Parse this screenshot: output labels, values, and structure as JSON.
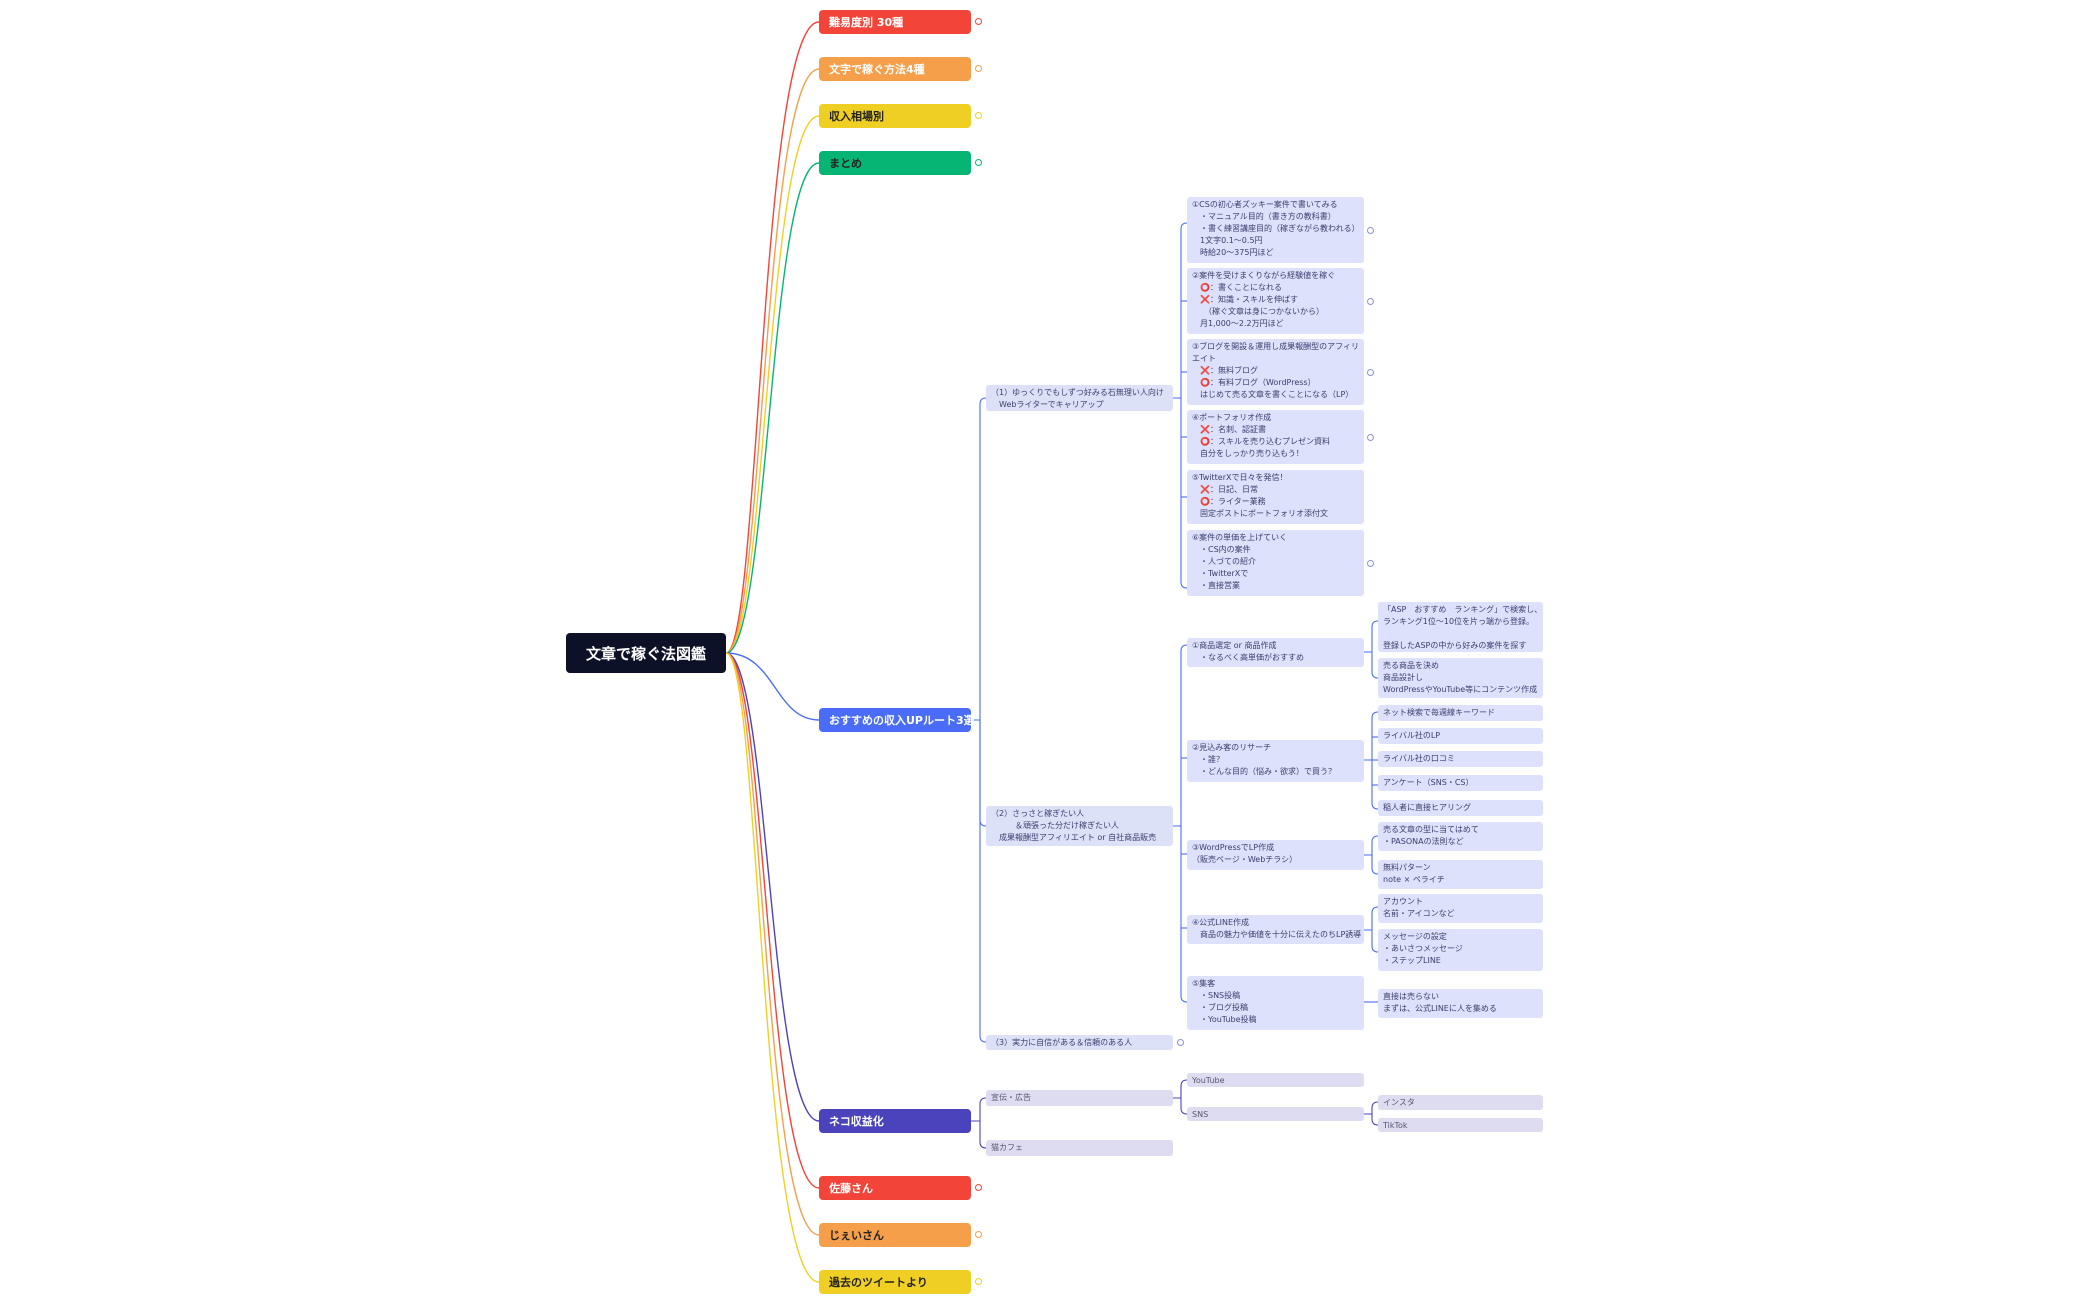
{
  "root": "文章で稼ぐ法図鑑",
  "main_topics": [
    {
      "label": "難易度別 30種",
      "color": "#f24438"
    },
    {
      "label": "文字で稼ぐ方法4種",
      "color": "#f59f4a"
    },
    {
      "label": "収入相場別",
      "color": "#f0cf25"
    },
    {
      "label": "まとめ",
      "color": "#06b473"
    },
    {
      "label": "おすすめの収入UPルート3選",
      "color": "#4a6cf7"
    },
    {
      "label": "ネコ収益化",
      "color": "#4a43bc"
    },
    {
      "label": "佐藤さん",
      "color": "#f24438"
    },
    {
      "label": "じぇいさん",
      "color": "#f59f4a"
    },
    {
      "label": "過去のツイートより",
      "color": "#f0cf25"
    }
  ],
  "route": {
    "r1": {
      "label": "（1）ゆっくりでもしずつ好みる石無理い人向け\n　Webライターでキャリアップ",
      "steps": [
        "①CSの初心者ズッキー案件で書いてみる\n　・マニュアル目的（書き方の教科書）\n　・書く練習講座目的（稼ぎながら教われる）\n　1文字0.1〜0.5円\n　時給20〜375円ほど",
        "②案件を受けまくりながら経験値を稼ぐ\n　⭕：書くことになれる\n　❌：知識・スキルを伸ばす\n　　（稼ぐ文章は身につかないから）\n　月1,000〜2.2万円ほど",
        "③ブログを開設＆運用し成果報酬型のアフィリ\nエイト\n　❌：無料ブログ\n　⭕：有料ブログ（WordPress）\n　はじめて売る文章を書くことになる（LP）",
        "④ポートフォリオ作成\n　❌：名刺、認証書\n　⭕：スキルを売り込むプレゼン資料\n　自分をしっかり売り込もう！",
        "⑤TwitterXで日々を発信！\n　❌：日記、日常\n　⭕：ライター業務\n　固定ポストにポートフォリオ添付文",
        "⑥案件の単価を上げていく\n　・CS内の案件\n　・人づての紹介\n　・TwitterXで\n　・直接営業"
      ]
    },
    "r2": {
      "label": "（2）さっさと稼ぎたい人\n　　　＆頑張った分だけ稼ぎたい人\n　成果報酬型アフィリエイト or 自社商品販売",
      "steps": [
        "①商品選定 or 商品作成\n　・なるべく高単価がおすすめ",
        "②見込み客のリサーチ\n　・誰？\n　・どんな目的（悩み・欲求）で買う？",
        "③WordPressでLP作成\n（販売ページ・Webチラシ）",
        "④公式LINE作成\n　商品の魅力や価値を十分に伝えたのちLP誘導",
        "⑤集客\n　・SNS投稿\n　・ブログ投稿\n　・YouTube投稿"
      ],
      "details": {
        "d1a": "「ASP　おすすめ　ランキング」で検索し、\nランキング1位〜10位を片っ端から登録。\n\n登録したASPの中から好みの案件を探す",
        "d1b": "売る商品を決め\n商品設計し\nWordPressやYouTube等にコンテンツ作成",
        "d2a": "ネット検索で毎週線キーワード",
        "d2b": "ライバル社のLP",
        "d2c": "ライバル社の口コミ",
        "d2d": "アンケート（SNS・CS）",
        "d2e": "稲人者に直接ヒアリング",
        "d3a": "売る文章の型に当てはめて\n・PASONAの法則など",
        "d3b": "無料パターン\nnote × ペライチ",
        "d4a": "アカウント\n名前・アイコンなど",
        "d4b": "メッセージの設定\n・あいさつメッセージ\n・ステップLINE",
        "d5a": "直接は売らない\nまずは、公式LINEに人を集める"
      }
    },
    "r3": {
      "label": "（3）実力に自信がある＆信頼のある人"
    }
  },
  "neko": {
    "a": "宣伝・広告",
    "b": "猫カフェ",
    "youtube": "YouTube",
    "sns": "SNS",
    "insta": "インスタ",
    "tiktok": "TikTok"
  }
}
